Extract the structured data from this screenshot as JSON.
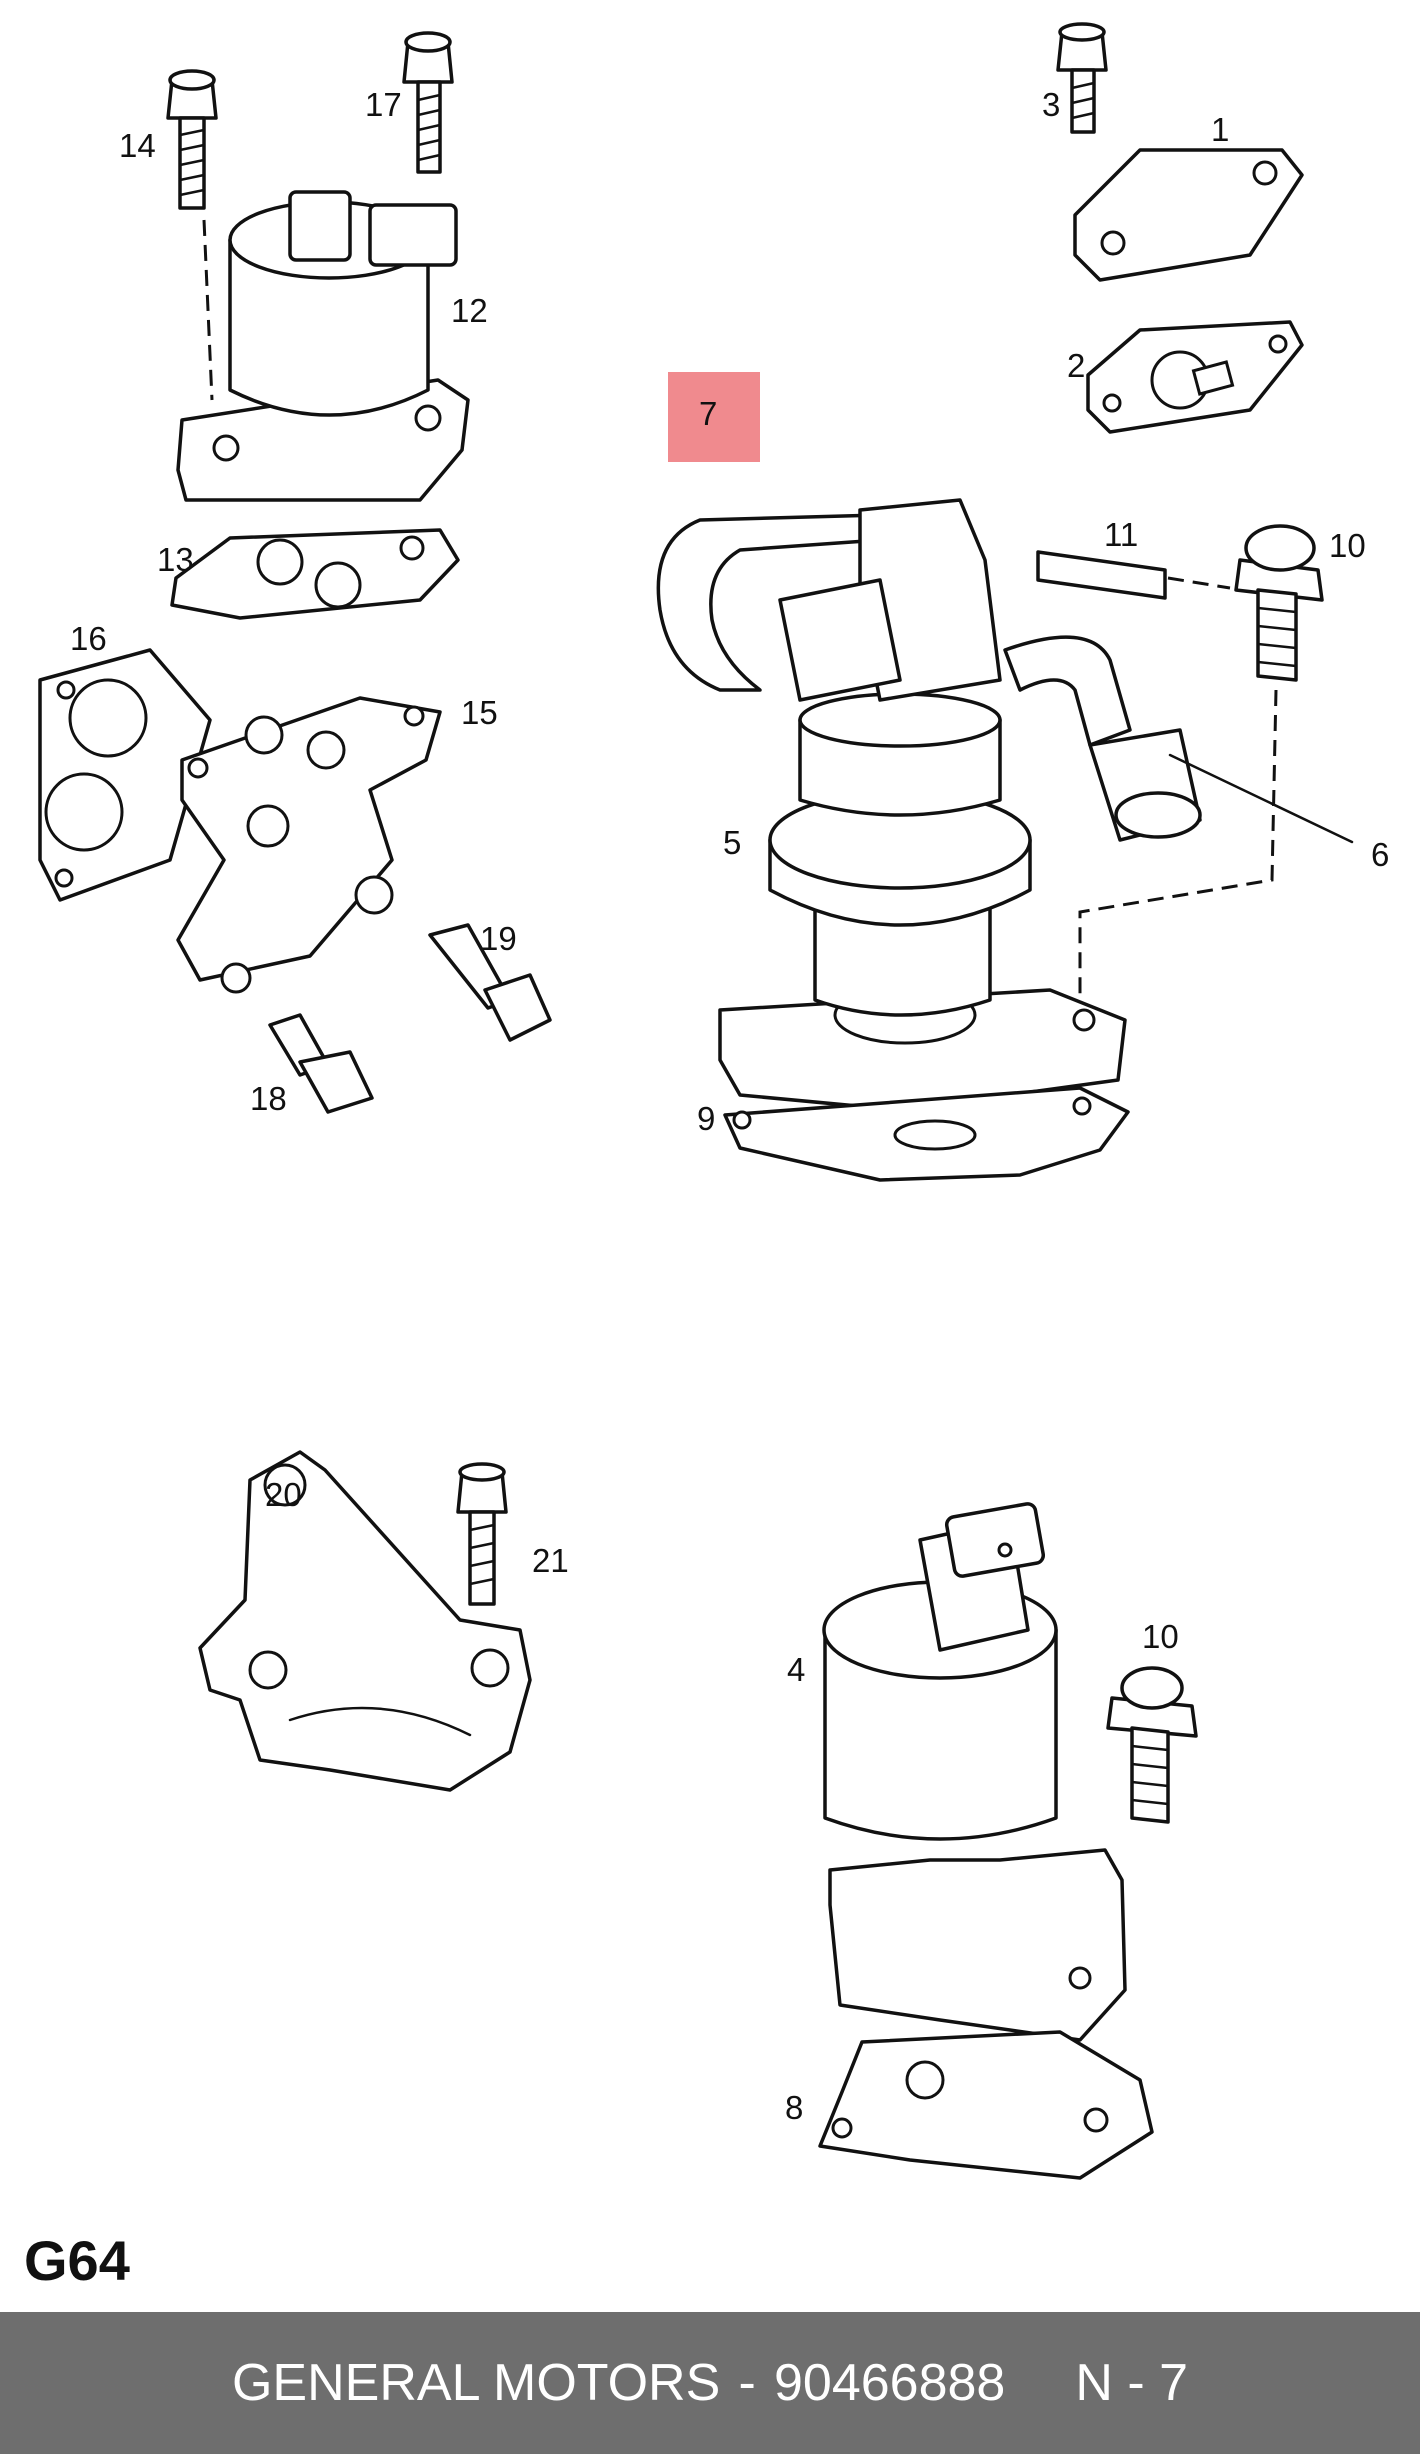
{
  "diagram": {
    "code": "G64",
    "highlight_color": "#f08a8e",
    "callouts": [
      "1",
      "2",
      "3",
      "4",
      "5",
      "6",
      "7",
      "8",
      "9",
      "10",
      "10",
      "11",
      "12",
      "13",
      "14",
      "15",
      "16",
      "17",
      "18",
      "19",
      "20",
      "21"
    ]
  },
  "footer": {
    "brand": "GENERAL MOTORS",
    "separator": "-",
    "part_number": "90466888",
    "reference": "N - 7",
    "background": "#6e6e6e"
  }
}
